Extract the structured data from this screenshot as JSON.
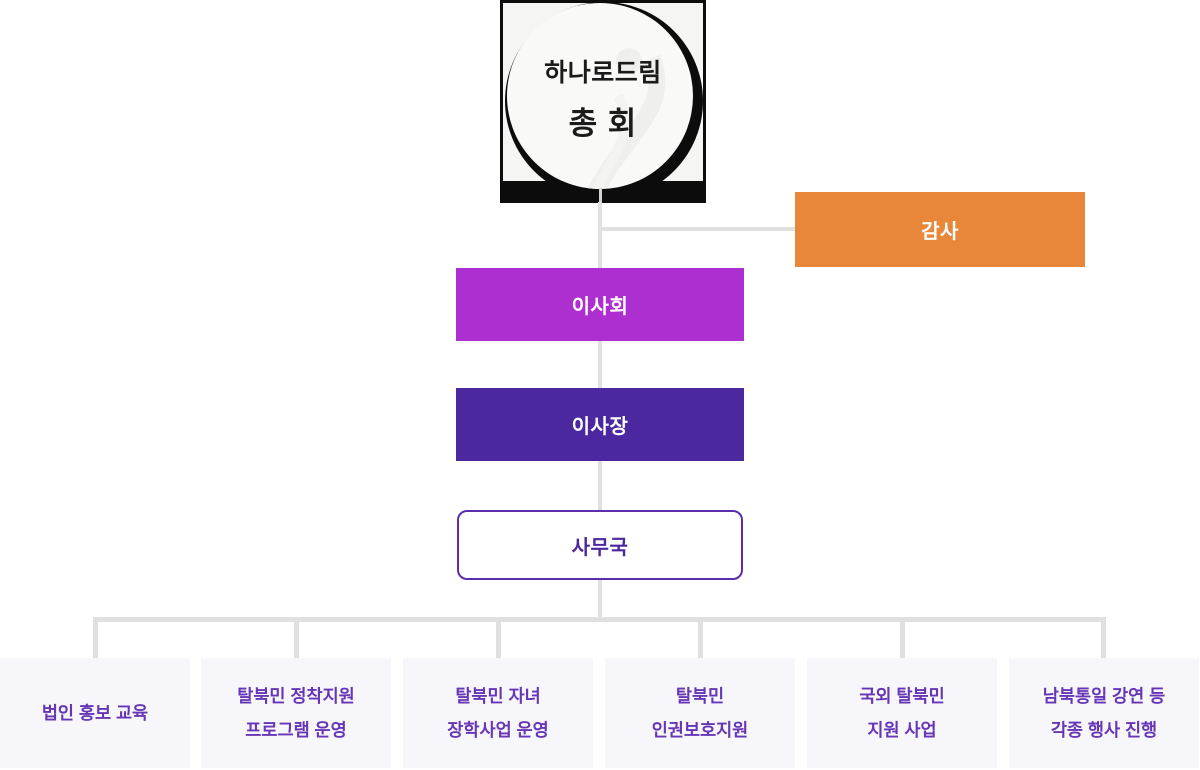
{
  "diagram": {
    "title_node": {
      "line1": "하나로드림",
      "line2": "총 회"
    },
    "nodes": {
      "audit": {
        "label": "감사",
        "color": "#E8873A"
      },
      "board": {
        "label": "이사회",
        "color": "#AD2FD0"
      },
      "chairman": {
        "label": "이사장",
        "color": "#4B28A0"
      },
      "office": {
        "label": "사무국",
        "border_color": "#5B2EAC",
        "text_color": "#4B28A0"
      }
    },
    "departments": [
      {
        "lines": [
          "법인 홍보 교육",
          ""
        ]
      },
      {
        "lines": [
          "탈북민 정착지원",
          "프로그램 운영"
        ]
      },
      {
        "lines": [
          "탈북민 자녀",
          "장학사업 운영"
        ]
      },
      {
        "lines": [
          "탈북민",
          "인권보호지원"
        ]
      },
      {
        "lines": [
          "국외 탈북민",
          "지원 사업"
        ]
      },
      {
        "lines": [
          "남북통일 강연 등",
          "각종 행사 진행"
        ]
      }
    ],
    "colors": {
      "connector_line": "#e0e0e0",
      "department_bg": "#F7F7FB",
      "department_text": "#6636B6",
      "title_text": "#1b1b1b",
      "page_bg": "#ffffff"
    }
  }
}
